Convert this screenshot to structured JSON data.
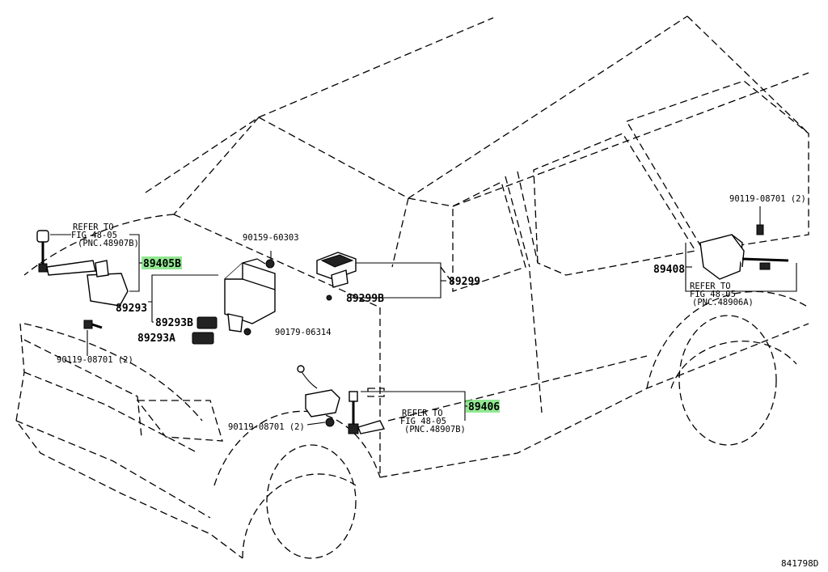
{
  "labels": {
    "refer_front_left": {
      "line1": "REFER TO",
      "line2": "FIG 48-05",
      "line3": "(PNC.48907B)"
    },
    "refer_rear_right": {
      "line1": "REFER TO",
      "line2": "FIG 48-05",
      "line3": "(PNC.48906A)"
    },
    "refer_front_bottom": {
      "line1": "REFER TO",
      "line2": "FIG 48-05",
      "line3": "(PNC.48907B)"
    },
    "p89405b": "89405B",
    "p89293": "89293",
    "p89293b": "89293B",
    "p89293a": "89293A",
    "p9011908701_left": "90119-08701 (2)",
    "p9015960303": "90159-60303",
    "p9017906314": "90179-06314",
    "p89299": "89299",
    "p89299b": "89299B",
    "p9011908701_right": "90119-08701 (2)",
    "p89408": "89408",
    "p89406": "89406",
    "p9011908701_bottom": "90119-08701 (2)",
    "diagram_id": "841798D"
  },
  "highlight_color": "#6ddf6d"
}
